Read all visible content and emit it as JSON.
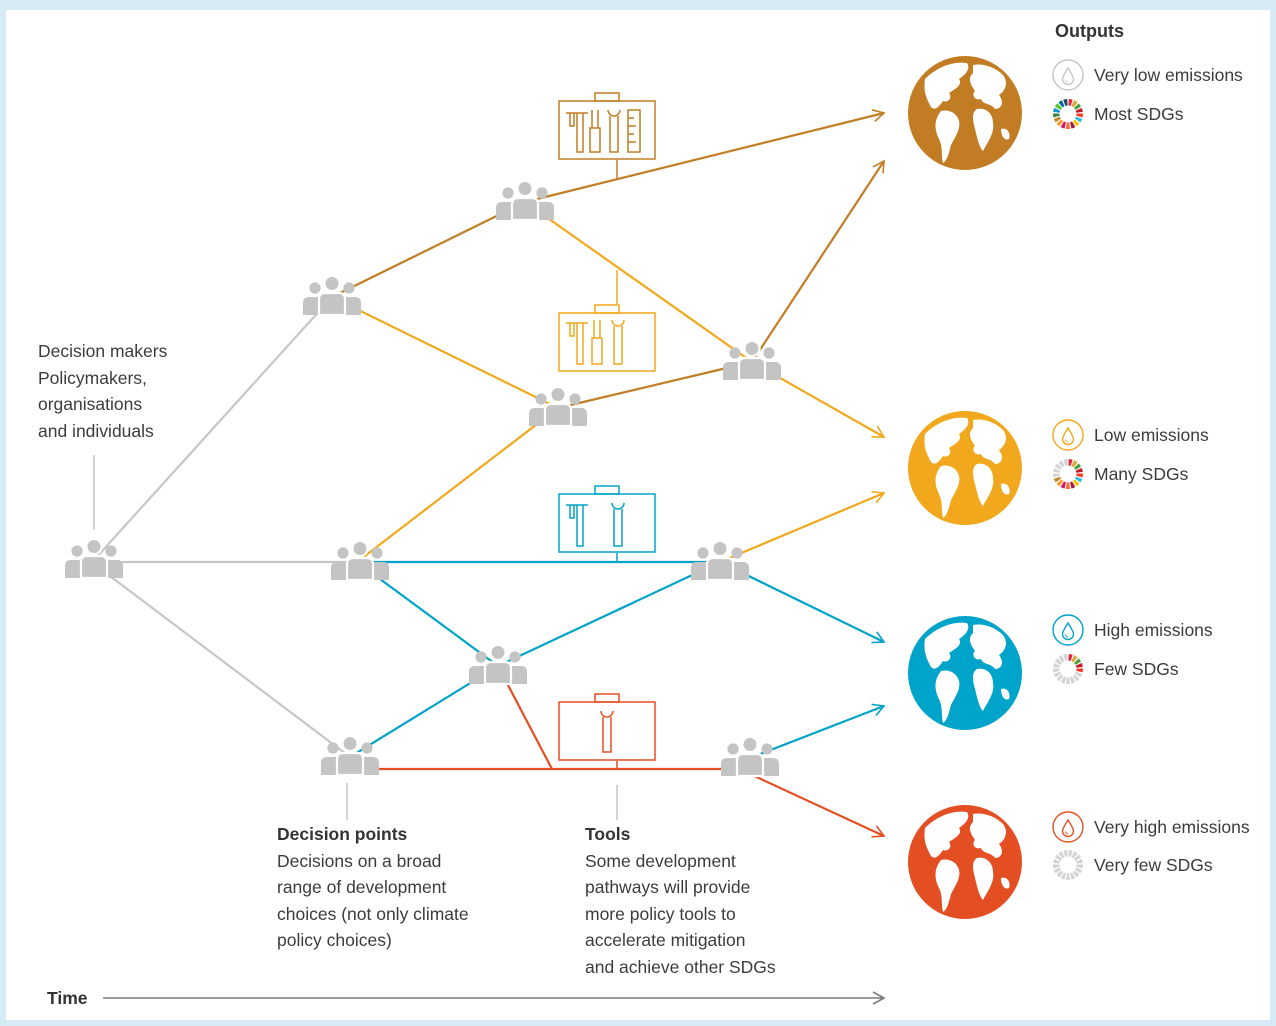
{
  "decision_makers": {
    "lines": [
      "Decision makers",
      "Policymakers,",
      "organisations",
      "and individuals"
    ]
  },
  "decision_points": {
    "title": "Decision points",
    "lines": [
      "Decisions on a broad",
      "range of development",
      "choices (not only climate",
      "policy choices)"
    ]
  },
  "tools": {
    "title": "Tools",
    "lines": [
      "Some development",
      "pathways will provide",
      "more policy tools to",
      "accelerate mitigation",
      "and achieve other SDGs"
    ]
  },
  "time_label": "Time",
  "outputs": {
    "title": "Outputs",
    "items": [
      {
        "emissions": "Very low emissions",
        "sdgs": "Most SDGs",
        "color": "#c27d24",
        "sdg_colored": 17
      },
      {
        "emissions": "Low emissions",
        "sdgs": "Many SDGs",
        "color": "#f2a81c",
        "sdg_colored": 12
      },
      {
        "emissions": "High emissions",
        "sdgs": "Few SDGs",
        "color": "#00a3c9",
        "sdg_colored": 5
      },
      {
        "emissions": "Very high emissions",
        "sdgs": "Very few SDGs",
        "color": "#e34f23",
        "sdg_colored": 0
      }
    ]
  },
  "colors": {
    "grey": "#c6c6c6",
    "brown": "#c27d24",
    "amber": "#f2a81c",
    "blue": "#00a3c9",
    "red": "#e34f23",
    "people": "#c4c4c4",
    "text": "#3c3c3c"
  }
}
